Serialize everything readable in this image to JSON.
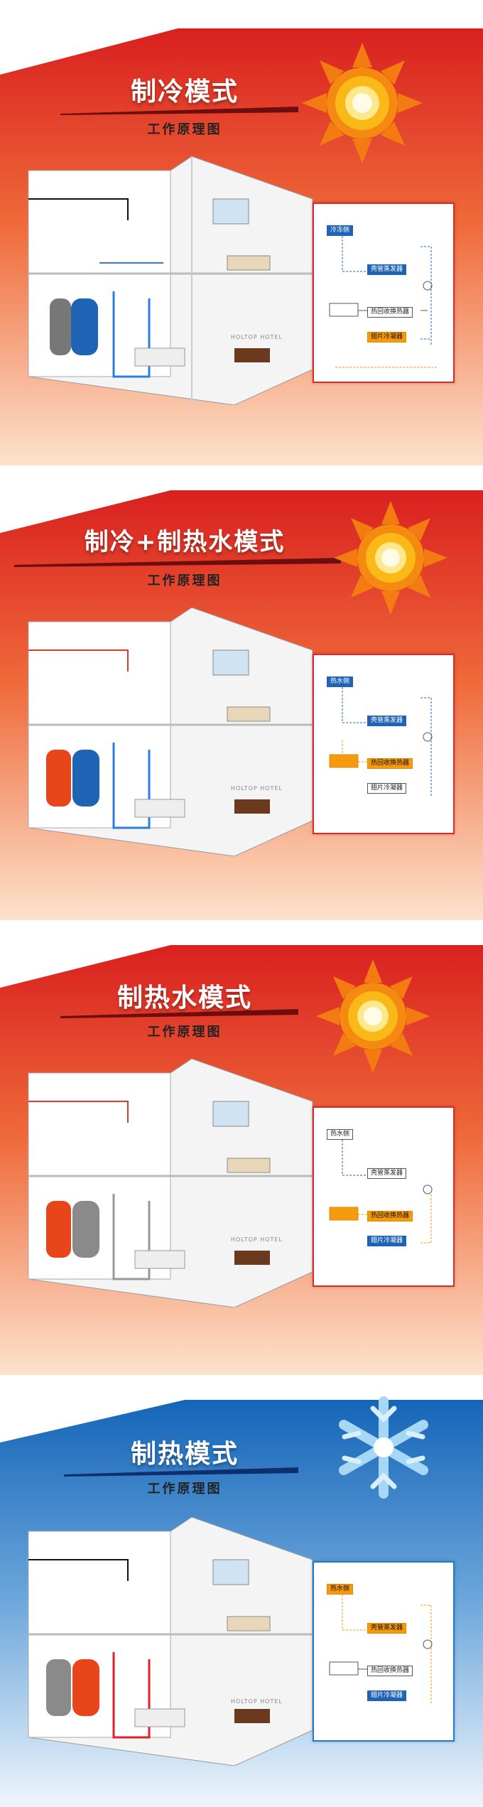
{
  "panels": [
    {
      "title": "制冷模式",
      "subtitle": "工作原理图",
      "theme": "red",
      "icon": "sun-icon",
      "schematic": {
        "side_label": "冷冻侧",
        "evaporator": "壳管蒸发器",
        "recovery": "热回收换热器",
        "condenser": "翅片冷凝器"
      }
    },
    {
      "title": "制冷+制热水模式",
      "subtitle": "工作原理图",
      "theme": "red",
      "icon": "sun-icon",
      "schematic": {
        "side_label": "热水侧",
        "evaporator": "壳管蒸发器",
        "recovery": "热回收换热器",
        "condenser": "翅片冷凝器"
      }
    },
    {
      "title": "制热水模式",
      "subtitle": "工作原理图",
      "theme": "red",
      "icon": "sun-icon",
      "schematic": {
        "side_label": "热水侧",
        "evaporator": "壳管蒸发器",
        "recovery": "热回收换热器",
        "condenser": "翅片冷凝器"
      }
    },
    {
      "title": "制热模式",
      "subtitle": "工作原理图",
      "theme": "blue",
      "icon": "snowflake-icon",
      "schematic": {
        "side_label": "热水侧",
        "evaporator": "壳管蒸发器",
        "recovery": "热回收换热器",
        "condenser": "翅片冷凝器"
      }
    }
  ],
  "hotel_sign": "HOLTOP    HOTEL",
  "colors": {
    "red_top": "#d9201f",
    "orange_bottom": "#fbd2b0",
    "blue_top": "#1565b8",
    "blue_bottom": "#e8f1fa",
    "evap_blue": "#1f63b5",
    "recovery_orange": "#f59a0e"
  }
}
